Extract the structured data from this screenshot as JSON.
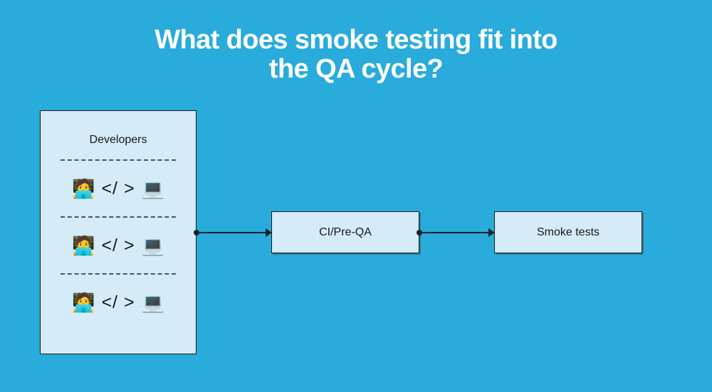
{
  "slide": {
    "background_color": "#29abdb",
    "title": "What does smoke testing fit into\nthe QA cycle?"
  },
  "theme": {
    "background": "#29abdb",
    "node_fill": "#d5ebf7",
    "node_border": "#1a1a1a",
    "text_color": "#15181b",
    "title_color": "#ffffff",
    "connector_color": "#12232e",
    "separator_color": "#4a5662"
  },
  "diagram": {
    "type": "flow",
    "nodes": [
      {
        "id": "developers",
        "label": "Developers",
        "kind": "group-box",
        "rows": [
          {
            "person": "🧑‍💻",
            "code": "</ >",
            "device": "💻"
          },
          {
            "person": "🧑‍💻",
            "code": "</ >",
            "device": "💻"
          },
          {
            "person": "🧑‍💻",
            "code": "</ >",
            "device": "💻"
          }
        ]
      },
      {
        "id": "ci-pre-qa",
        "label": "CI/Pre-QA",
        "kind": "process"
      },
      {
        "id": "smoke-tests",
        "label": "Smoke tests",
        "kind": "process"
      }
    ],
    "edges": [
      {
        "from": "developers",
        "to": "ci-pre-qa",
        "style": "arrow"
      },
      {
        "from": "ci-pre-qa",
        "to": "smoke-tests",
        "style": "arrow"
      }
    ]
  },
  "icons": {
    "person_coding": "technologist-icon",
    "laptop": "laptop-icon",
    "code_tag": "code-tag-icon"
  }
}
